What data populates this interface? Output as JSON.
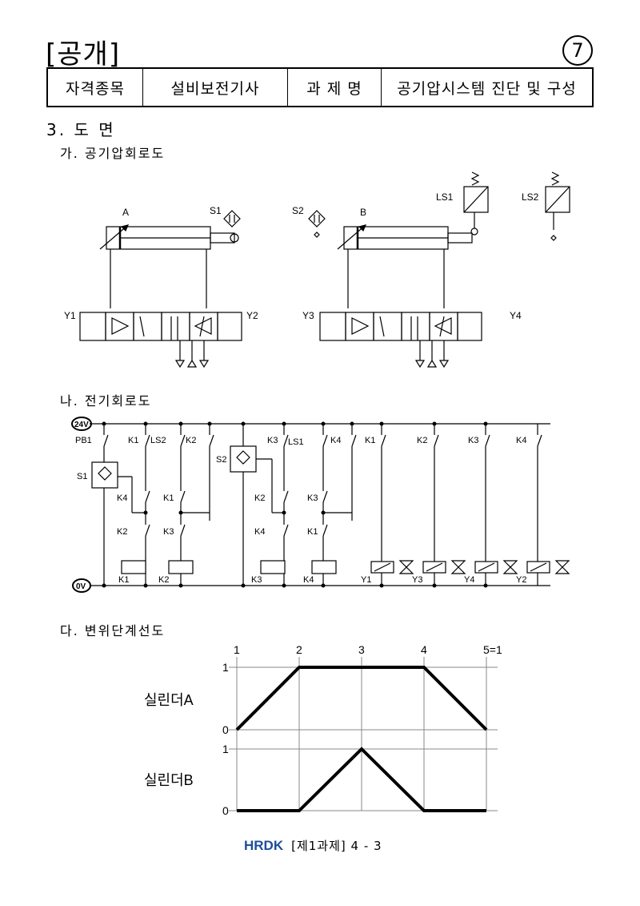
{
  "header": {
    "title": "[공개]",
    "page_number": "⑦"
  },
  "info_table": {
    "col1": "자격종목",
    "col2": "설비보전기사",
    "col3": "과 제 명",
    "col4": "공기압시스템 진단 및 구성"
  },
  "section": "3. 도 면",
  "sub_a": "가. 공기압회로도",
  "sub_b": "나. 전기회로도",
  "sub_c": "다. 변위단계선도",
  "pneumatic": {
    "cyl_a": "A",
    "cyl_b": "B",
    "s1": "S1",
    "s2": "S2",
    "ls1": "LS1",
    "ls2": "LS2",
    "y1": "Y1",
    "y2": "Y2",
    "y3": "Y3",
    "y4": "Y4"
  },
  "electric": {
    "supply": "24V",
    "ground": "0V",
    "pb1": "PB1",
    "s1": "S1",
    "s2": "S2",
    "ls1": "LS1",
    "ls2": "LS2",
    "k1": "K1",
    "k2": "K2",
    "k3": "K3",
    "k4": "K4",
    "y1": "Y1",
    "y2": "Y2",
    "y3": "Y3",
    "y4": "Y4"
  },
  "displacement": {
    "steps": [
      "1",
      "2",
      "3",
      "4",
      "5=1"
    ],
    "cyl_a_label": "실린더A",
    "cyl_b_label": "실린더B",
    "level_high": "1",
    "level_low": "0",
    "cyl_a_values": [
      0,
      1,
      1,
      1,
      0
    ],
    "cyl_b_values": [
      0,
      0,
      1,
      0,
      0
    ]
  },
  "footer": {
    "logo": "HRDK",
    "text": "[제1과제] 4 - 3"
  }
}
